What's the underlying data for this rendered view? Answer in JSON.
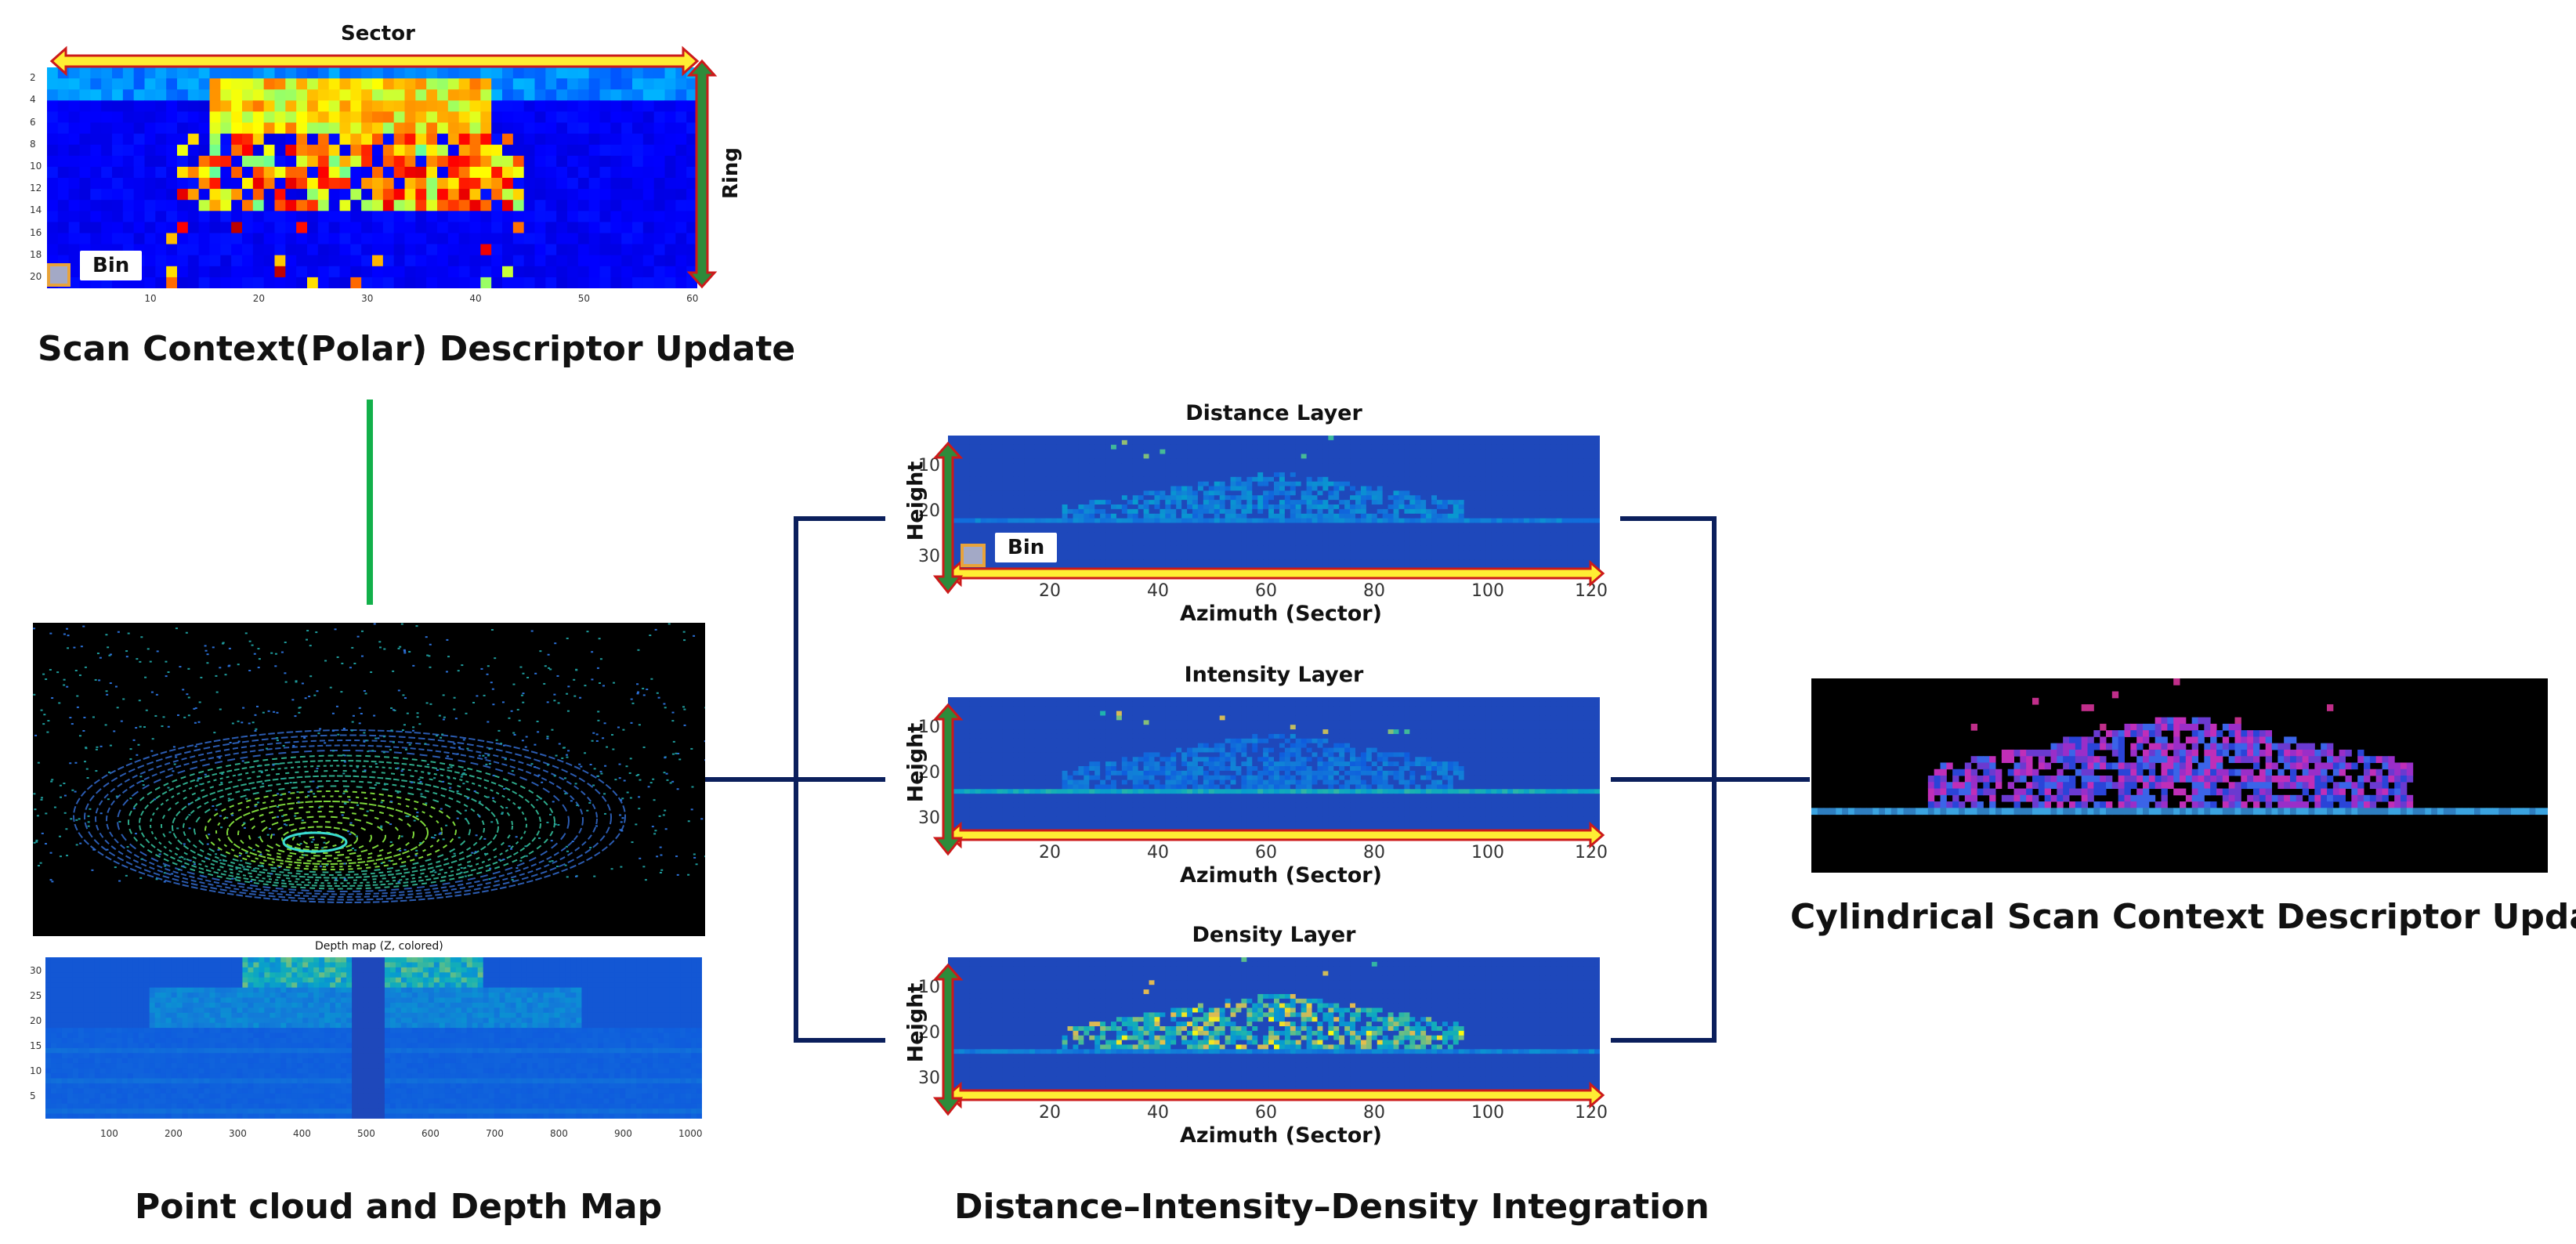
{
  "titles": {
    "polar": "Scan Context(Polar) Descriptor Update",
    "pointcloud": "Point cloud and Depth Map",
    "integration": "Distance–Intensity–Density Integration",
    "cylindrical": "Cylindrical Scan Context Descriptor Update"
  },
  "polar_panel": {
    "sector_label": "Sector",
    "ring_label": "Ring",
    "bin_label": "Bin",
    "y_ticks": [
      "2",
      "4",
      "6",
      "8",
      "10",
      "12",
      "14",
      "16",
      "18",
      "20"
    ],
    "x_ticks": [
      "10",
      "20",
      "30",
      "40",
      "50",
      "60"
    ]
  },
  "depth_panel": {
    "title": "Depth map (Z, colored)",
    "y_ticks": [
      "30",
      "25",
      "20",
      "15",
      "10",
      "5"
    ],
    "x_ticks": [
      "100",
      "200",
      "300",
      "400",
      "500",
      "600",
      "700",
      "800",
      "900",
      "1000"
    ]
  },
  "layers": [
    {
      "title": "Distance Layer",
      "ylabel": "Height",
      "xlabel": "Azimuth (Sector)",
      "bin_label": "Bin"
    },
    {
      "title": "Intensity Layer",
      "ylabel": "Height",
      "xlabel": "Azimuth (Sector)"
    },
    {
      "title": "Density Layer",
      "ylabel": "Height",
      "xlabel": "Azimuth (Sector)"
    }
  ],
  "layer_axes": {
    "y_ticks": [
      "10",
      "20",
      "30"
    ],
    "x_ticks": [
      "20",
      "40",
      "60",
      "80",
      "100",
      "120"
    ]
  },
  "colors": {
    "connector_green": "#12b04a",
    "connector_navy": "#0b1f5c",
    "arrow_yellow": "#ffee33",
    "arrow_red": "#cc1a1a",
    "arrow_green": "#2e8b3a",
    "heatmap_bg": "#2c3aa0",
    "polar_bg": "#0a1aa8"
  }
}
